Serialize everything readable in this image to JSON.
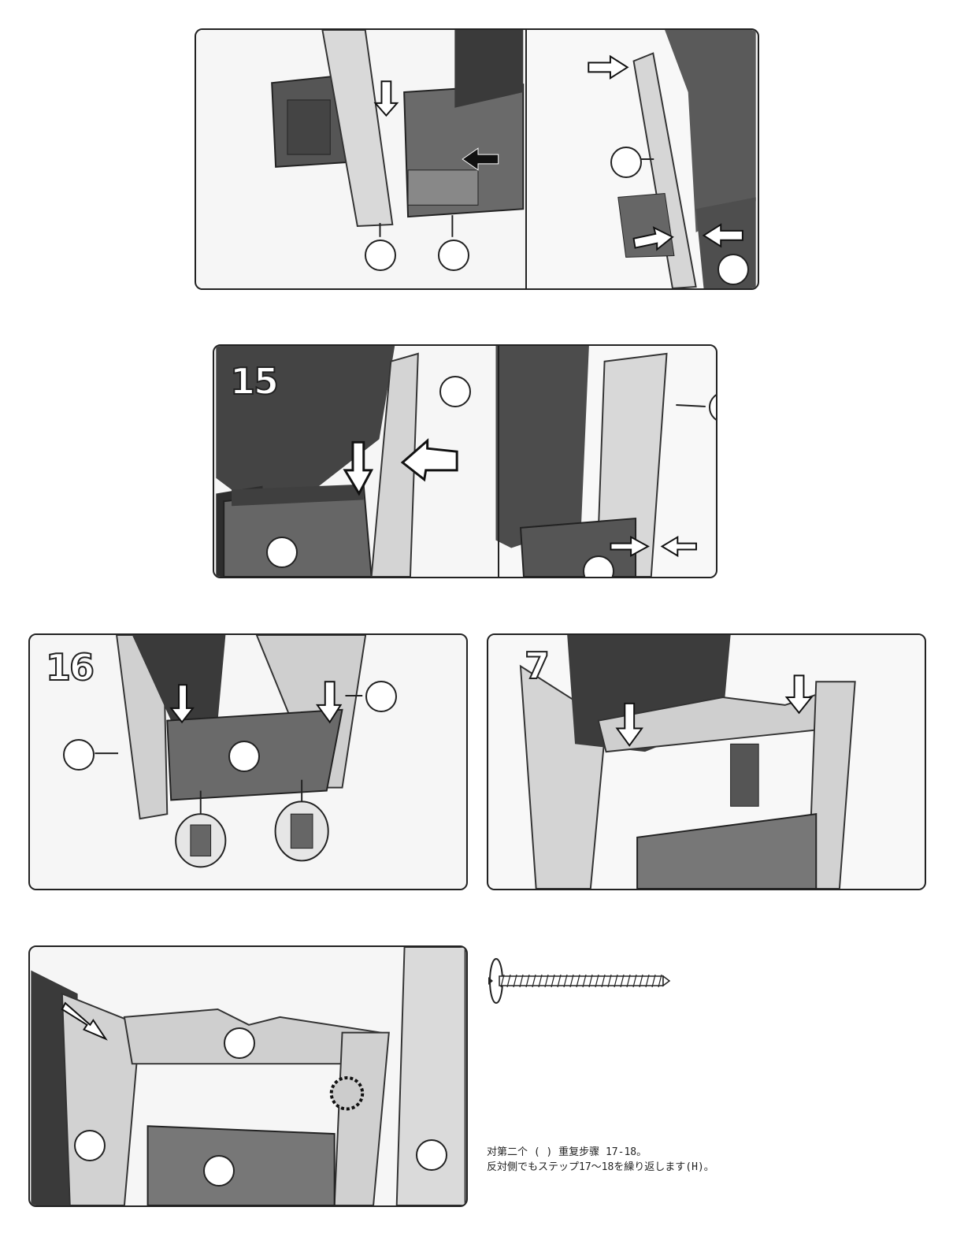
{
  "steps": {
    "step15": "15",
    "step16": "16",
    "step17": "7"
  },
  "instruction": {
    "zh": "对第二个 ( ) 重复步骤 17-18。",
    "ja": "反対側でもステップ17～18を繰り返します(H)。"
  },
  "hardware": {
    "screw": "screw-icon"
  }
}
